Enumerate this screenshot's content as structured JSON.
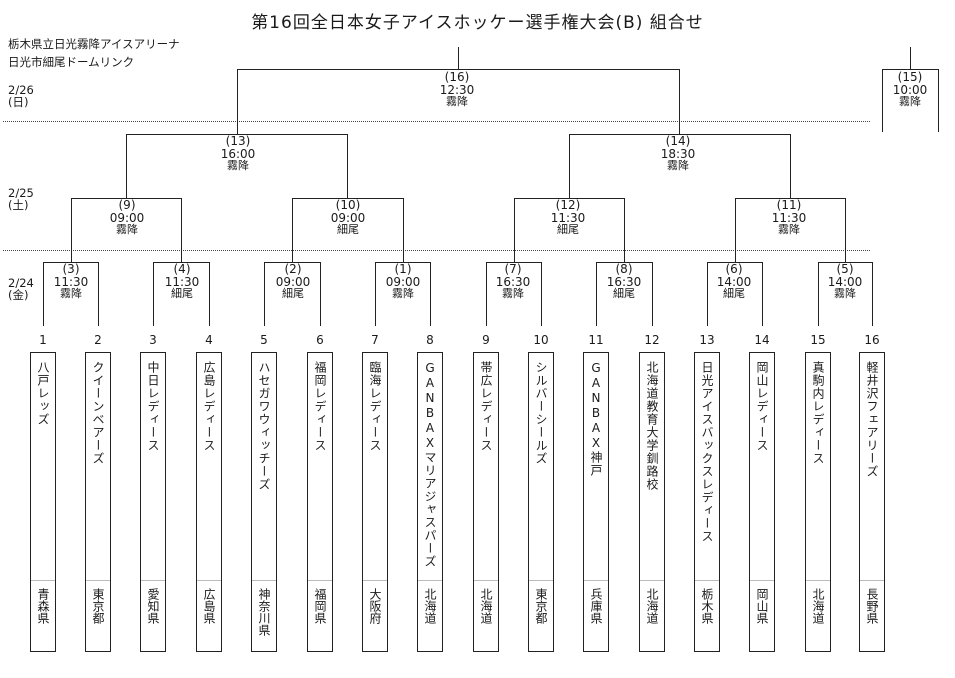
{
  "title": "第16回全日本女子アイスホッケー選手権大会(B)  組合せ",
  "venues": [
    "栃木県立日光霧降アイスアリーナ",
    "日光市細尾ドームリンク"
  ],
  "dates": [
    {
      "date": "2/26",
      "day": "(日)"
    },
    {
      "date": "2/25",
      "day": "(土)"
    },
    {
      "date": "2/24",
      "day": "(金)"
    }
  ],
  "matches": {
    "m1": {
      "no": "(1)",
      "time": "09:00",
      "venue": "霧降"
    },
    "m2": {
      "no": "(2)",
      "time": "09:00",
      "venue": "細尾"
    },
    "m3": {
      "no": "(3)",
      "time": "11:30",
      "venue": "霧降"
    },
    "m4": {
      "no": "(4)",
      "time": "11:30",
      "venue": "細尾"
    },
    "m5": {
      "no": "(5)",
      "time": "14:00",
      "venue": "霧降"
    },
    "m6": {
      "no": "(6)",
      "time": "14:00",
      "venue": "細尾"
    },
    "m7": {
      "no": "(7)",
      "time": "16:30",
      "venue": "霧降"
    },
    "m8": {
      "no": "(8)",
      "time": "16:30",
      "venue": "細尾"
    },
    "m9": {
      "no": "(9)",
      "time": "09:00",
      "venue": "霧降"
    },
    "m10": {
      "no": "(10)",
      "time": "09:00",
      "venue": "細尾"
    },
    "m11": {
      "no": "(11)",
      "time": "11:30",
      "venue": "霧降"
    },
    "m12": {
      "no": "(12)",
      "time": "11:30",
      "venue": "細尾"
    },
    "m13": {
      "no": "(13)",
      "time": "16:00",
      "venue": "霧降"
    },
    "m14": {
      "no": "(14)",
      "time": "18:30",
      "venue": "霧降"
    },
    "m15": {
      "no": "(15)",
      "time": "10:00",
      "venue": "霧降"
    },
    "m16": {
      "no": "(16)",
      "time": "12:30",
      "venue": "霧降"
    }
  },
  "teams": [
    {
      "no": "1",
      "name": "八戸レッズ",
      "pref": "青森県"
    },
    {
      "no": "2",
      "name": "クイーンベアーズ",
      "pref": "東京都"
    },
    {
      "no": "3",
      "name": "中日レディース",
      "pref": "愛知県"
    },
    {
      "no": "4",
      "name": "広島レディース",
      "pref": "広島県"
    },
    {
      "no": "5",
      "name": "ハセガワウィッチーズ",
      "pref": "神奈川県"
    },
    {
      "no": "6",
      "name": "福岡レディース",
      "pref": "福岡県"
    },
    {
      "no": "7",
      "name": "臨海レディース",
      "pref": "大阪府"
    },
    {
      "no": "8",
      "name": "GANBAXマリアジャスパーズ",
      "pref": "北海道"
    },
    {
      "no": "9",
      "name": "帯広レディース",
      "pref": "北海道"
    },
    {
      "no": "10",
      "name": "シルバーシールズ",
      "pref": "東京都"
    },
    {
      "no": "11",
      "name": "GANBAX神戸",
      "pref": "兵庫県"
    },
    {
      "no": "12",
      "name": "北海道教育大学釧路校",
      "pref": "北海道"
    },
    {
      "no": "13",
      "name": "日光アイスバックスレディース",
      "pref": "栃木県"
    },
    {
      "no": "14",
      "name": "岡山レディース",
      "pref": "岡山県"
    },
    {
      "no": "15",
      "name": "真駒内レディース",
      "pref": "北海道"
    },
    {
      "no": "16",
      "name": "軽井沢フェアリーズ",
      "pref": "長野県"
    }
  ]
}
